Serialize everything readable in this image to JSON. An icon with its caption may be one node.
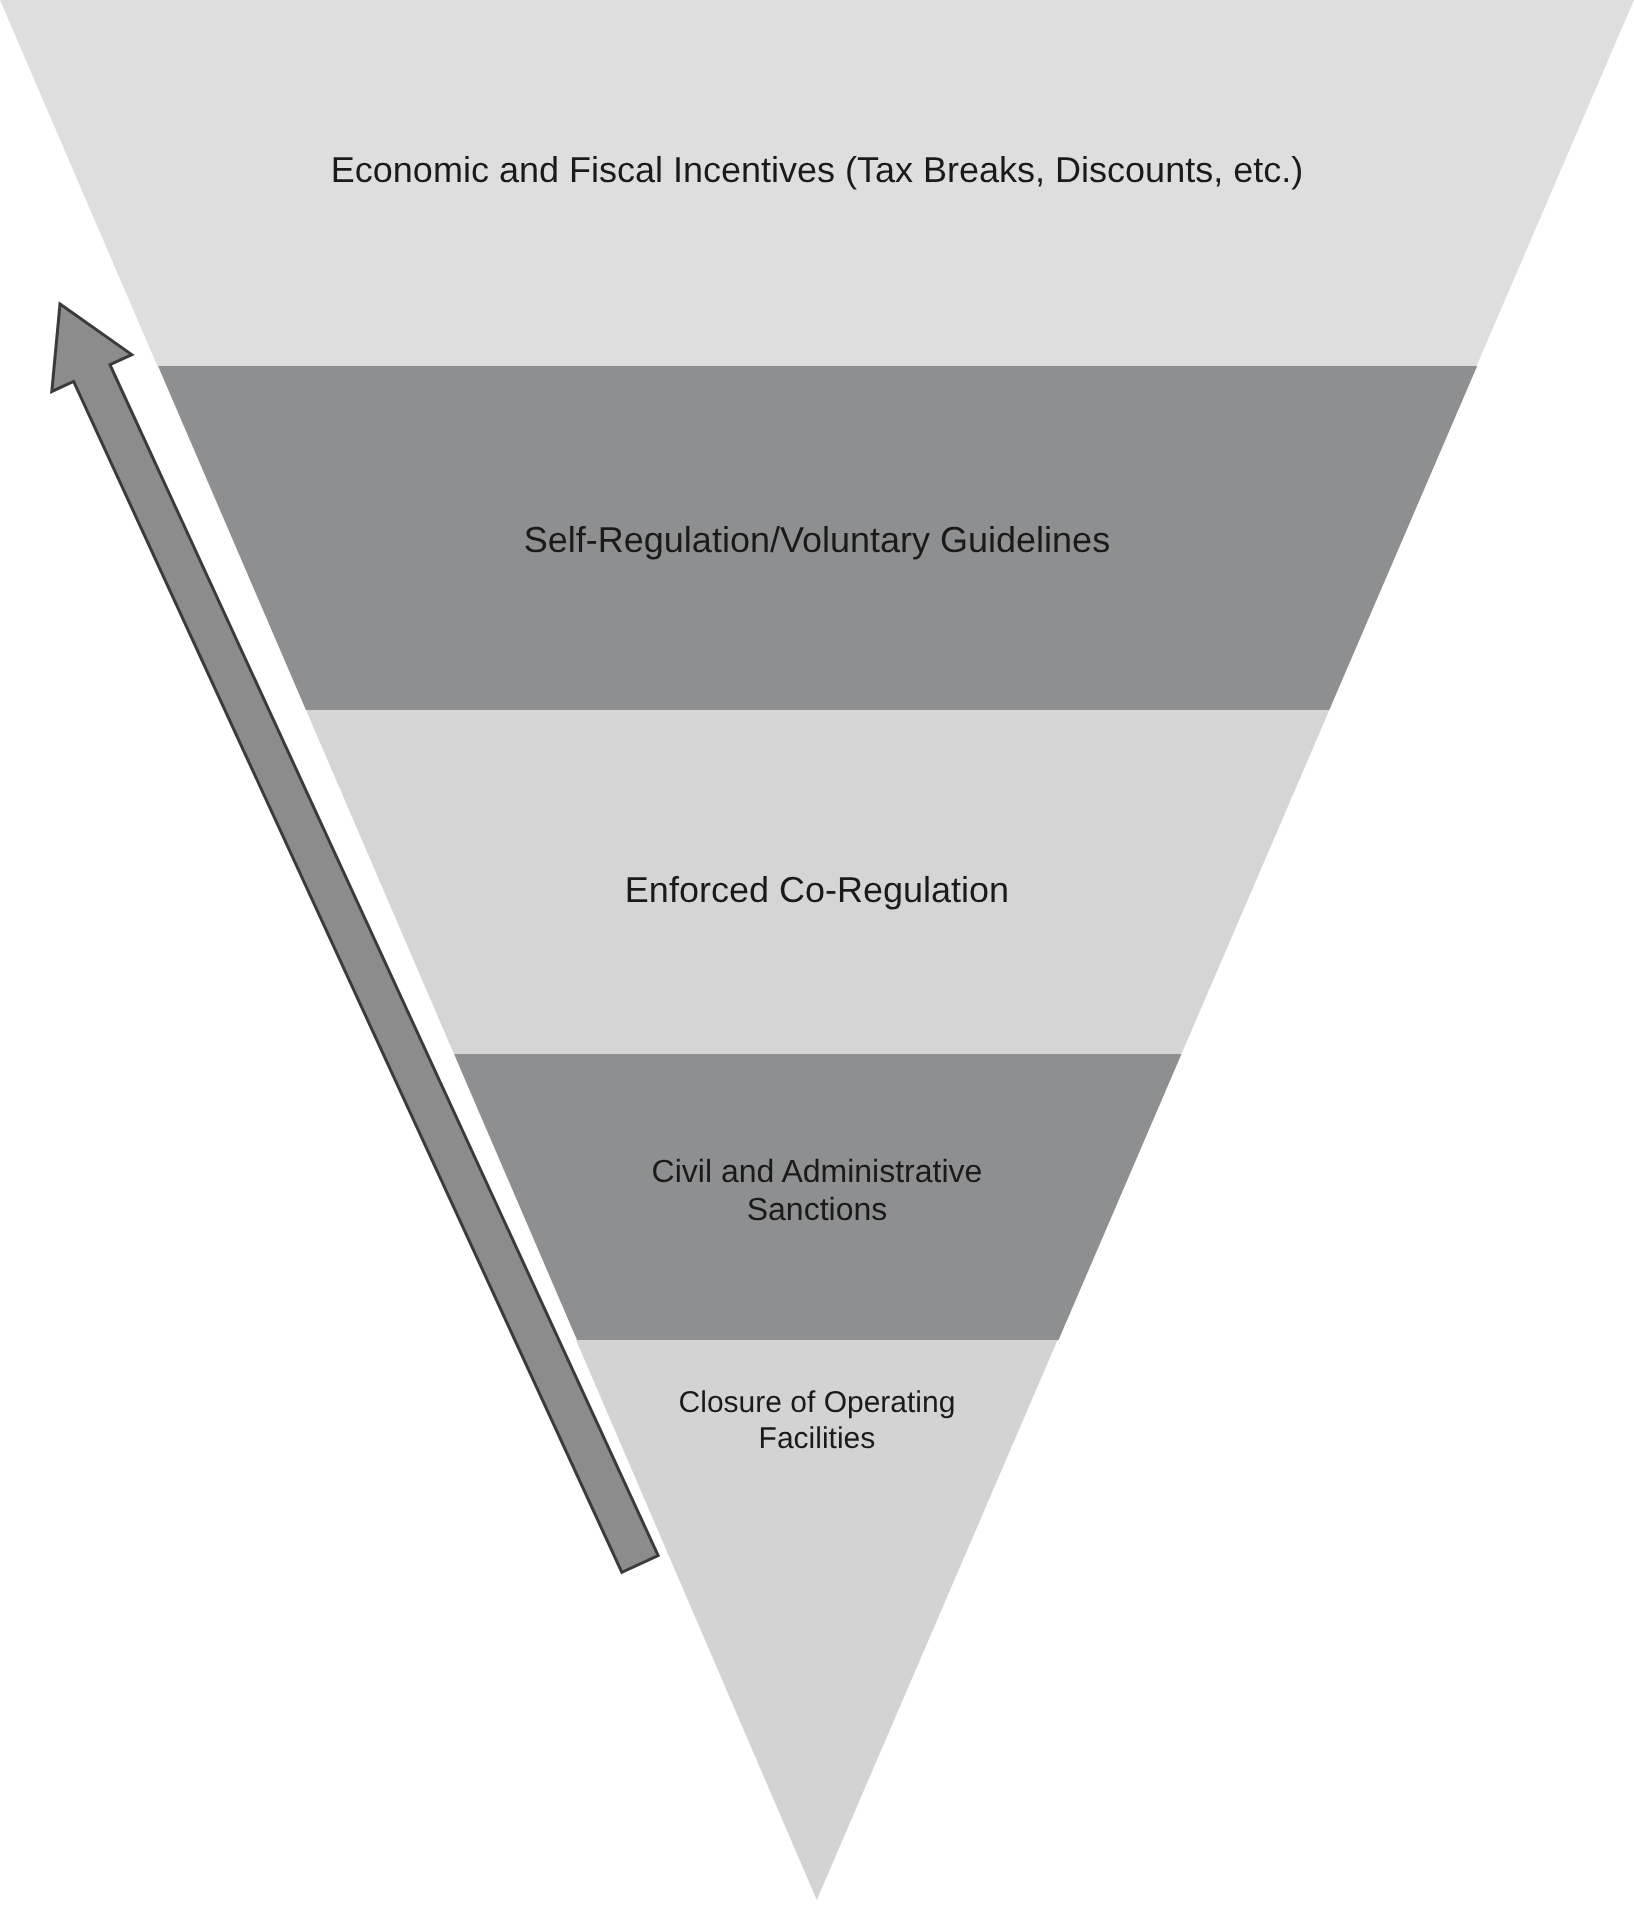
{
  "diagram": {
    "nodes": [
      {
        "text": [
          "Economic and Fiscal Incentives (Tax Breaks, Discounts, etc.)"
        ]
      },
      {
        "text": [
          "Self-Regulation/Voluntary Guidelines"
        ]
      },
      {
        "text": [
          "Enforced Co-Regulation"
        ]
      },
      {
        "text": [
          "Civil and Administrative Sanctions"
        ]
      },
      {
        "text": [
          "Closure of Operating Facilities"
        ]
      }
    ]
  }
}
